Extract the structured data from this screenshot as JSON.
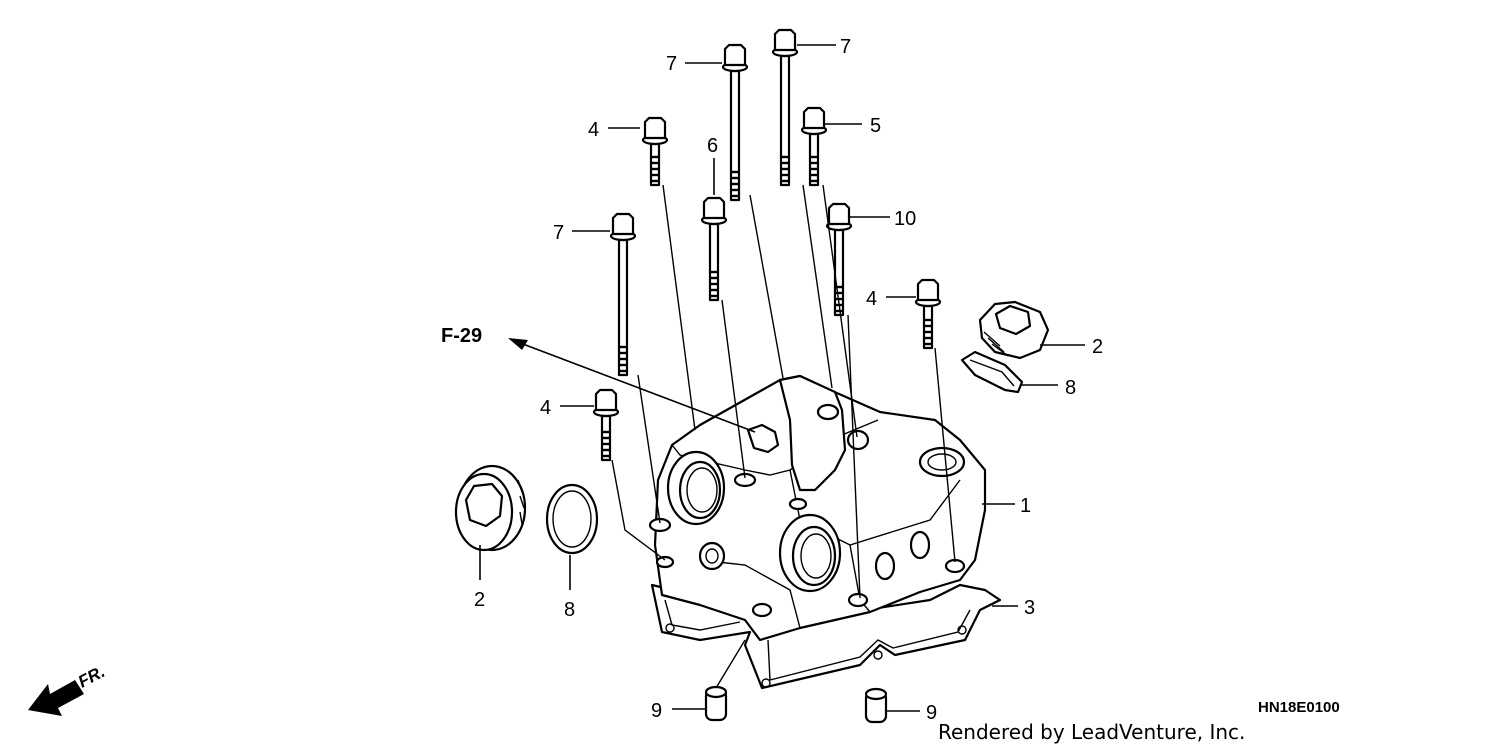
{
  "diagram": {
    "ref_label": "F-29",
    "diagram_code": "HN18E0100",
    "credit": "Rendered by LeadVenture, Inc.",
    "front_label": "FR.",
    "callouts": [
      {
        "id": "c-7a",
        "text": "7"
      },
      {
        "id": "c-7b",
        "text": "7"
      },
      {
        "id": "c-4a",
        "text": "4"
      },
      {
        "id": "c-6",
        "text": "6"
      },
      {
        "id": "c-5",
        "text": "5"
      },
      {
        "id": "c-10",
        "text": "10"
      },
      {
        "id": "c-7c",
        "text": "7"
      },
      {
        "id": "c-4b",
        "text": "4"
      },
      {
        "id": "c-2a",
        "text": "2"
      },
      {
        "id": "c-8a",
        "text": "8"
      },
      {
        "id": "c-4c",
        "text": "4"
      },
      {
        "id": "c-1",
        "text": "1"
      },
      {
        "id": "c-3",
        "text": "3"
      },
      {
        "id": "c-2b",
        "text": "2"
      },
      {
        "id": "c-8b",
        "text": "8"
      },
      {
        "id": "c-9a",
        "text": "9"
      },
      {
        "id": "c-9b",
        "text": "9"
      }
    ]
  }
}
